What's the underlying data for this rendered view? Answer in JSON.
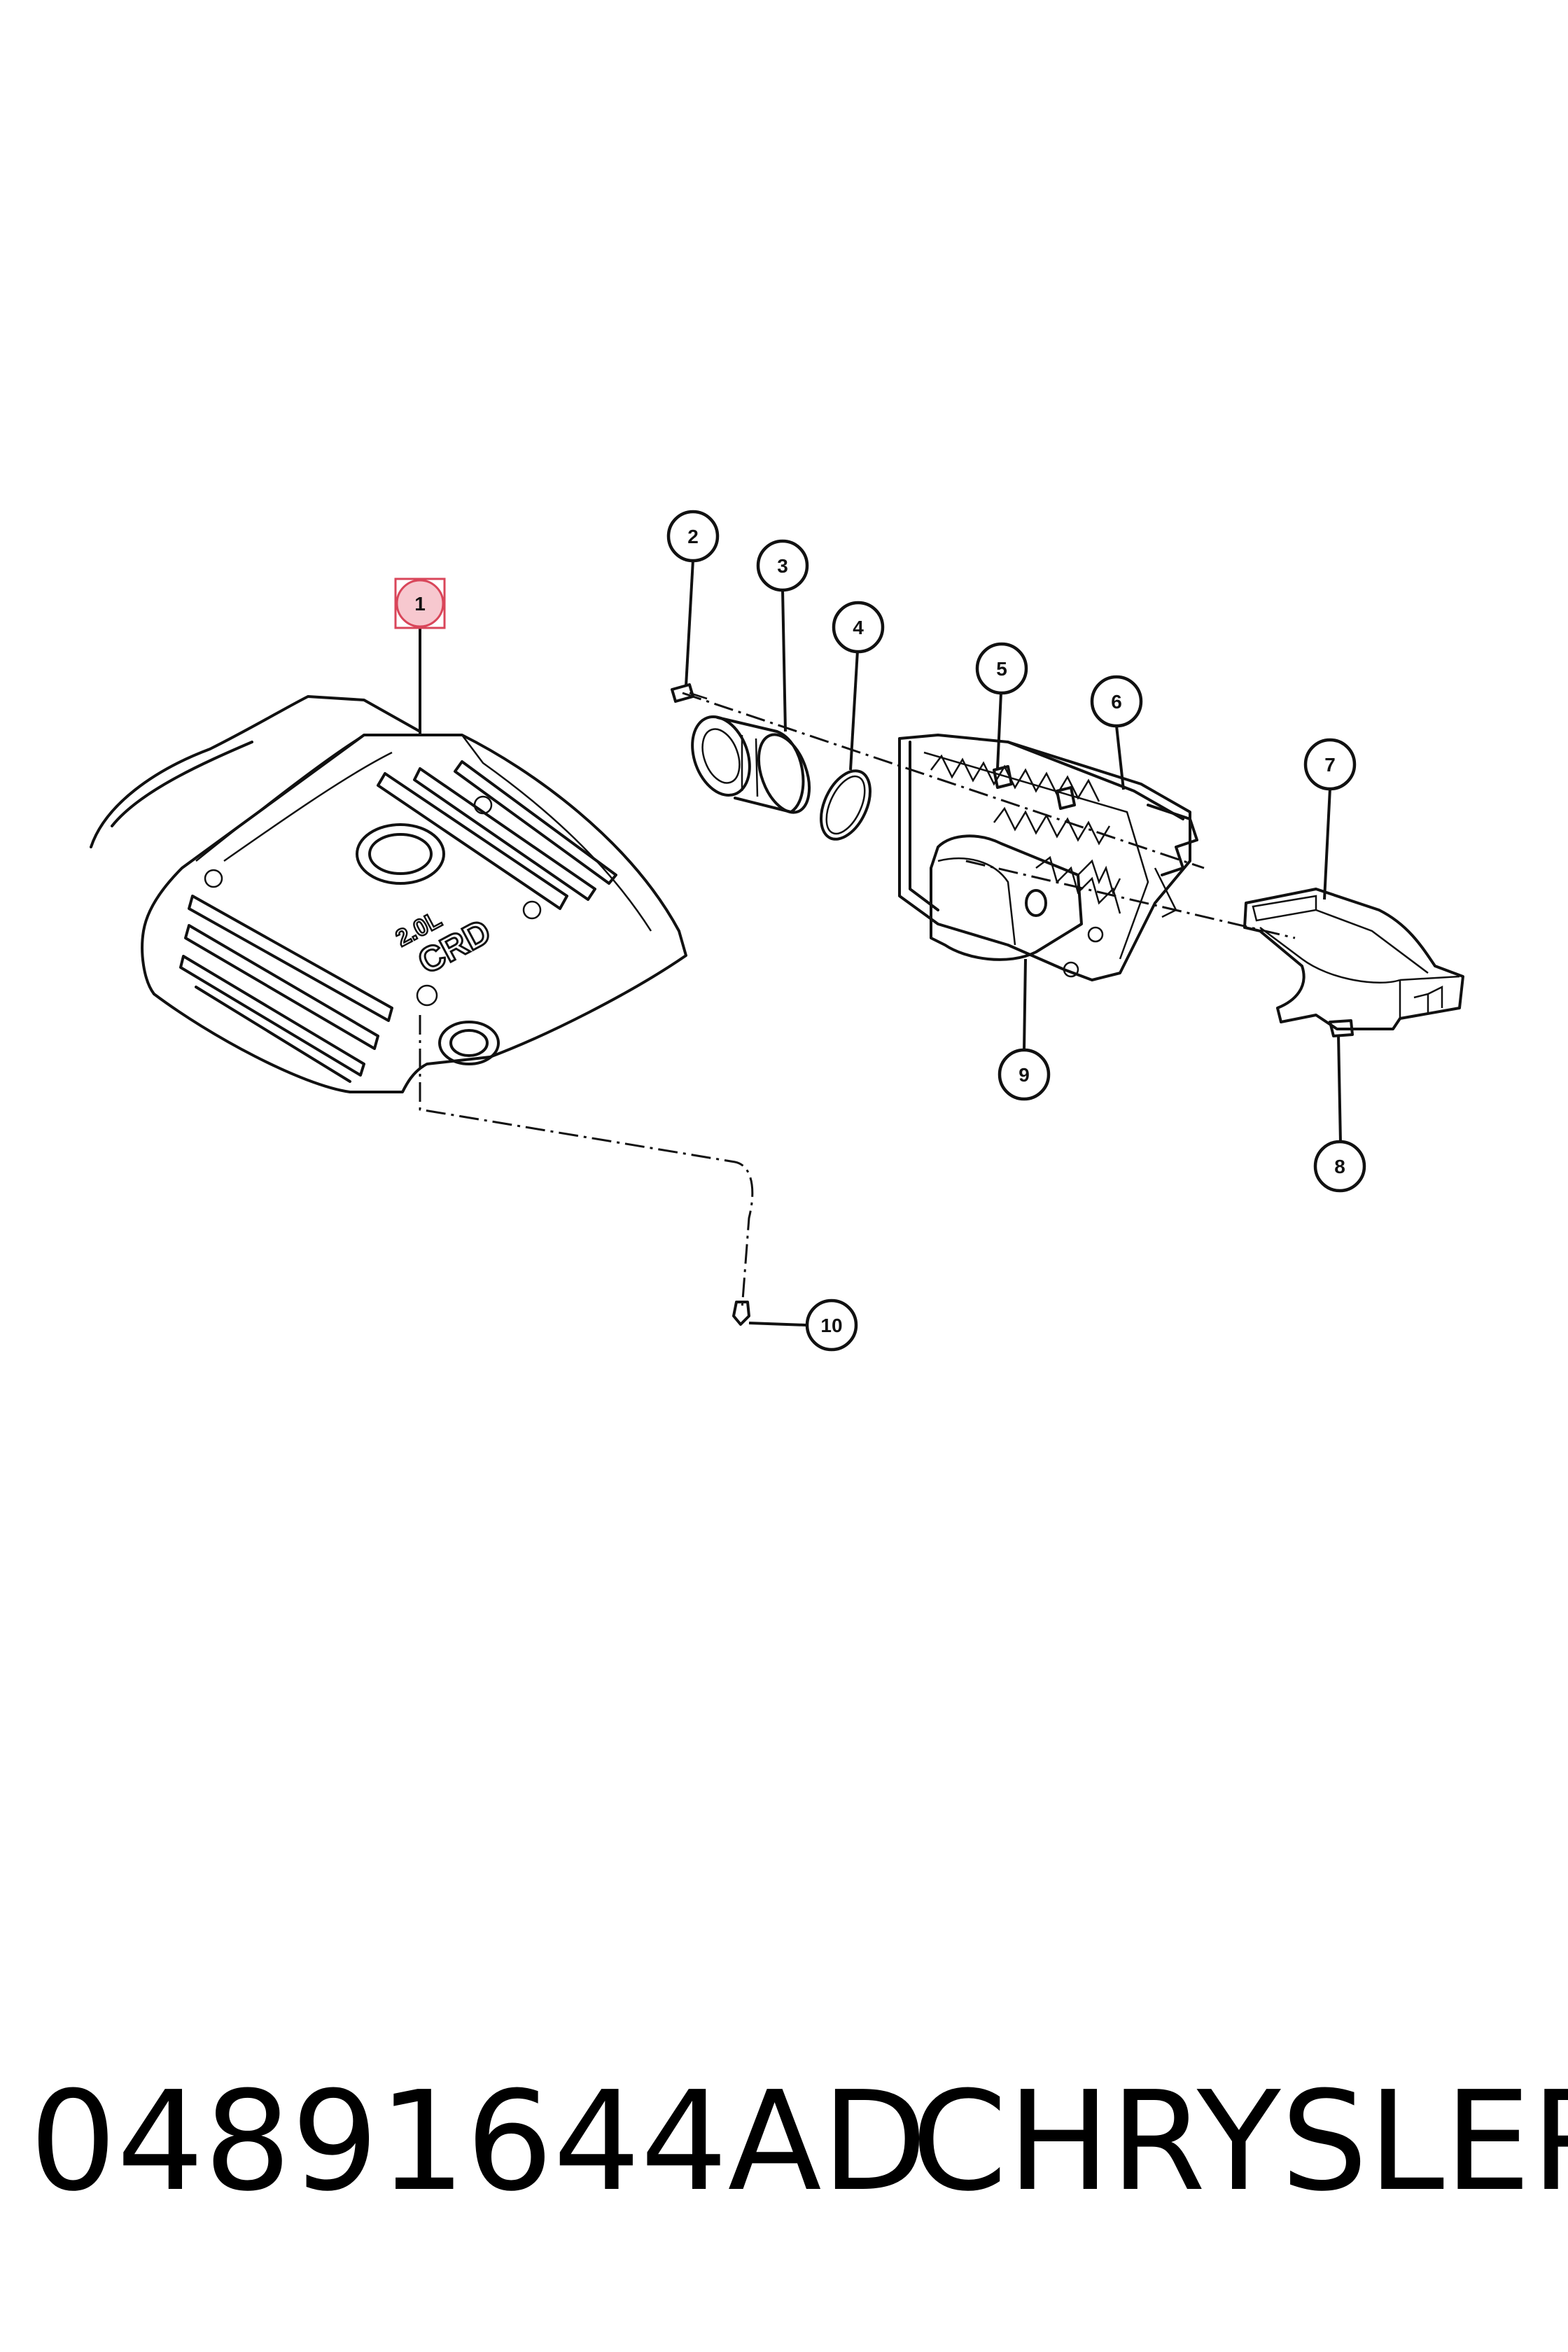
{
  "callouts": [
    {
      "id": "1",
      "label": "1",
      "highlighted": true
    },
    {
      "id": "2",
      "label": "2"
    },
    {
      "id": "3",
      "label": "3"
    },
    {
      "id": "4",
      "label": "4"
    },
    {
      "id": "5",
      "label": "5"
    },
    {
      "id": "6",
      "label": "6"
    },
    {
      "id": "7",
      "label": "7"
    },
    {
      "id": "8",
      "label": "8"
    },
    {
      "id": "9",
      "label": "9"
    },
    {
      "id": "10",
      "label": "10"
    }
  ],
  "engine_cover_marking": {
    "line1": "2.0L",
    "line2": "CRD"
  },
  "footer": {
    "part_number": "04891644AD",
    "brand": "CHRYSLER"
  },
  "colors": {
    "line": "#111111",
    "highlight_fill": "#f7c8cf",
    "highlight_stroke": "#d9465a"
  }
}
